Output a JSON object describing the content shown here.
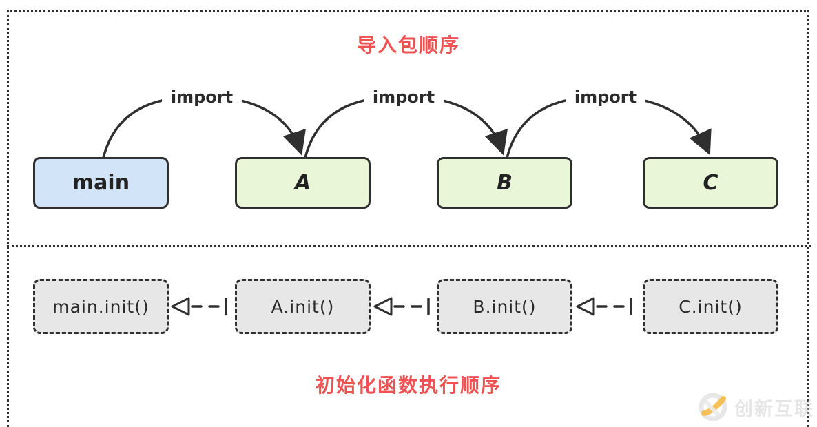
{
  "section_import": {
    "title": "导入包顺序",
    "nodes": [
      {
        "id": "main",
        "label": "main"
      },
      {
        "id": "A",
        "label": "A"
      },
      {
        "id": "B",
        "label": "B"
      },
      {
        "id": "C",
        "label": "C"
      }
    ],
    "edges": [
      {
        "from": "main",
        "to": "A",
        "label": "import"
      },
      {
        "from": "A",
        "to": "B",
        "label": "import"
      },
      {
        "from": "B",
        "to": "C",
        "label": "import"
      }
    ]
  },
  "section_init": {
    "title": "初始化函数执行顺序",
    "nodes": [
      {
        "label": "main.init()"
      },
      {
        "label": "A.init()"
      },
      {
        "label": "B.init()"
      },
      {
        "label": "C.init()"
      }
    ],
    "edge_direction": "right-to-left"
  },
  "watermark": {
    "text": "创新互联",
    "icon": "c-swoosh-logo"
  },
  "colors": {
    "stroke": "#2f2f2f",
    "main_fill": "#d2e4f7",
    "pkg_fill": "#e9f6d8",
    "init_fill": "#e7e7e7",
    "title_red": "#ef5252",
    "wm_gray": "#c9c9c9",
    "wm_yellow": "#f2b230"
  }
}
